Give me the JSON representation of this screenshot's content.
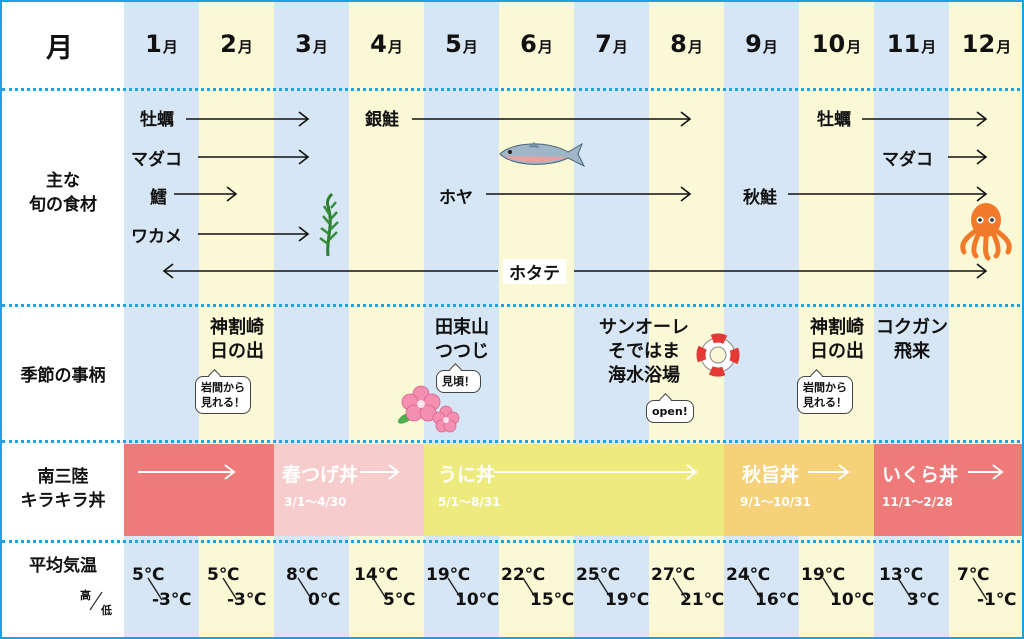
{
  "header": {
    "corner": "月",
    "months": [
      {
        "num": "1",
        "unit": "月"
      },
      {
        "num": "2",
        "unit": "月"
      },
      {
        "num": "3",
        "unit": "月"
      },
      {
        "num": "4",
        "unit": "月"
      },
      {
        "num": "5",
        "unit": "月"
      },
      {
        "num": "6",
        "unit": "月"
      },
      {
        "num": "7",
        "unit": "月"
      },
      {
        "num": "8",
        "unit": "月"
      },
      {
        "num": "9",
        "unit": "月"
      },
      {
        "num": "10",
        "unit": "月"
      },
      {
        "num": "11",
        "unit": "月"
      },
      {
        "num": "12",
        "unit": "月"
      }
    ]
  },
  "rows": {
    "ingredients": [
      "主な",
      "旬の食材"
    ],
    "events": "季節の事柄",
    "donburi": [
      "南三陸",
      "キラキラ丼"
    ],
    "temp": "平均気温",
    "temp_high": "高",
    "temp_low": "低"
  },
  "ingredients": {
    "oyster_1": "牡蠣",
    "octopus_1": "マダコ",
    "cod": "鱈",
    "wakame": "ワカメ",
    "coho": "銀鮭",
    "sea_squirt": "ホヤ",
    "oyster_2": "牡蠣",
    "octopus_2": "マダコ",
    "autumn_salmon": "秋鮭",
    "scallop": "ホタテ"
  },
  "events": {
    "sunrise_1": [
      "神割崎",
      "日の出"
    ],
    "sunrise_1_note": [
      "岩間から",
      "見れる！"
    ],
    "azalea": [
      "田束山",
      "つつじ"
    ],
    "azalea_note": "見頃！",
    "beach": [
      "サンオーレ",
      "そではま",
      "海水浴場"
    ],
    "beach_note": "open!",
    "sunrise_2": [
      "神割崎",
      "日の出"
    ],
    "sunrise_2_note": [
      "岩間から",
      "見れる！"
    ],
    "geese": [
      "コクガン",
      "飛来"
    ]
  },
  "donburi": [
    {
      "name": "",
      "period": "",
      "color": "#ee7a7a"
    },
    {
      "name": "春つげ丼",
      "period": "3/1～4/30",
      "color": "#f6cccc"
    },
    {
      "name": "うに丼",
      "period": "5/1～8/31",
      "color": "#eeeb7e"
    },
    {
      "name": "秋旨丼",
      "period": "9/1～10/31",
      "color": "#f5d27a"
    },
    {
      "name": "いくら丼",
      "period": "11/1～2/28",
      "color": "#ee7a7a"
    }
  ],
  "temps": [
    {
      "high": "5℃",
      "low": "-3℃"
    },
    {
      "high": "5℃",
      "low": "-3℃"
    },
    {
      "high": "8℃",
      "low": "0℃"
    },
    {
      "high": "14℃",
      "low": "5℃"
    },
    {
      "high": "19℃",
      "low": "10℃"
    },
    {
      "high": "22℃",
      "low": "15℃"
    },
    {
      "high": "25℃",
      "low": "19℃"
    },
    {
      "high": "27℃",
      "low": "21℃"
    },
    {
      "high": "24℃",
      "low": "16℃"
    },
    {
      "high": "19℃",
      "low": "10℃"
    },
    {
      "high": "13℃",
      "low": "3℃"
    },
    {
      "high": "7℃",
      "low": "-1℃"
    }
  ],
  "colors": {
    "border": "#1aa3dc",
    "blue_col": "#d6e6f5",
    "yellow_col": "#fbf8d6"
  },
  "icons": [
    "wakame-icon",
    "salmon-icon",
    "octopus-icon",
    "azalea-icon",
    "life-ring-icon"
  ]
}
